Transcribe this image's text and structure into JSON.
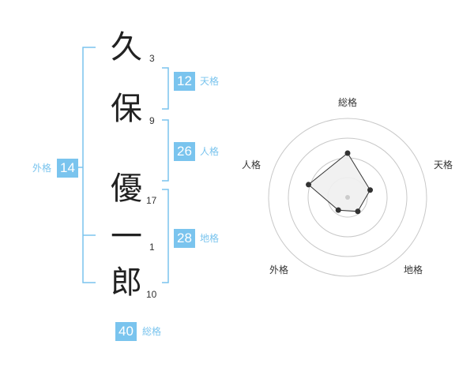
{
  "name": {
    "characters": [
      {
        "char": "久",
        "strokes": "3"
      },
      {
        "char": "保",
        "strokes": "9"
      },
      {
        "char": "優",
        "strokes": "17"
      },
      {
        "char": "一",
        "strokes": "1"
      },
      {
        "char": "郎",
        "strokes": "10"
      }
    ]
  },
  "fortunes": {
    "tenkaku": {
      "value": "12",
      "label": "天格"
    },
    "jinkaku": {
      "value": "26",
      "label": "人格"
    },
    "chikaku": {
      "value": "28",
      "label": "地格"
    },
    "gaikaku": {
      "value": "14",
      "label": "外格"
    },
    "soukaku": {
      "value": "40",
      "label": "総格"
    }
  },
  "radar": {
    "axes": [
      "総格",
      "天格",
      "地格",
      "外格",
      "人格"
    ],
    "values": [
      0.56,
      0.3,
      0.22,
      0.2,
      0.52
    ],
    "rings": 4,
    "colors": {
      "ring": "#c8c8c8",
      "polygon_fill": "#f0f0f0",
      "polygon_stroke": "#333333",
      "dot": "#333333",
      "center": "#cccccc"
    }
  },
  "colors": {
    "accent": "#7ac4ee",
    "bracket": "#7ac4ee"
  }
}
